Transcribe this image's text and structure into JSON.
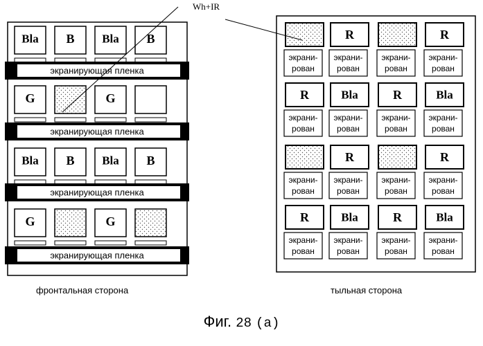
{
  "callout_label": "Wh+IR",
  "front": {
    "caption": "фронтальная сторона",
    "film_label": "экранирующая пленка",
    "rows": [
      [
        "Bla",
        "B",
        "Bla",
        "B"
      ],
      [
        "G",
        "",
        "G",
        ""
      ],
      [
        "Bla",
        "B",
        "Bla",
        "B"
      ],
      [
        "G",
        "",
        "G",
        ""
      ]
    ]
  },
  "back": {
    "caption": "тыльная сторона",
    "screened_line1": "экрани-",
    "screened_line2": "рован",
    "rows": [
      [
        "",
        "R",
        "",
        "R"
      ],
      [
        "R",
        "Bla",
        "R",
        "Bla"
      ],
      [
        "",
        "R",
        "",
        "R"
      ],
      [
        "R",
        "Bla",
        "R",
        "Bla"
      ]
    ]
  },
  "figure": {
    "prefix": "Фиг.",
    "number": "28",
    "suffix": "(a)"
  }
}
